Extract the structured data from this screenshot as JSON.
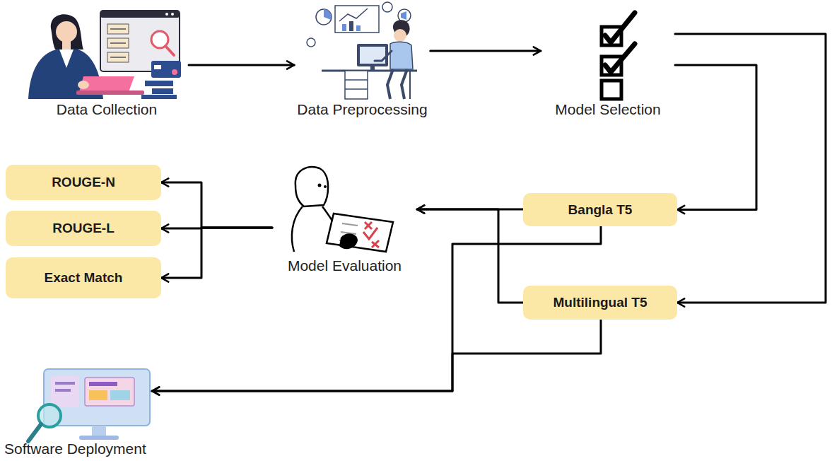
{
  "diagram": {
    "nodes": [
      {
        "text": [
          "Data Collection"
        ]
      },
      {
        "text": [
          "Data Preprocessing"
        ]
      },
      {
        "text": [
          "Model Selection"
        ]
      },
      {
        "text": [
          "Bangla T5"
        ]
      },
      {
        "text": [
          "Multilingual T5"
        ]
      },
      {
        "text": [
          "Model Evaluation"
        ]
      },
      {
        "text": [
          "ROUGE-N"
        ]
      },
      {
        "text": [
          "ROUGE-L"
        ]
      },
      {
        "text": [
          "Exact Match"
        ]
      },
      {
        "text": [
          "Software Deployment"
        ]
      }
    ],
    "edges": [
      {
        "from": 0,
        "to": 1,
        "arrow": "to"
      },
      {
        "from": 1,
        "to": 2,
        "arrow": "to"
      },
      {
        "from": 2,
        "to": 3,
        "arrow": "to"
      },
      {
        "from": 2,
        "to": 4,
        "arrow": "to"
      },
      {
        "from": 3,
        "to": 5,
        "arrow": "to"
      },
      {
        "from": 4,
        "to": 5,
        "arrow": "to"
      },
      {
        "from": 5,
        "to": 6,
        "arrow": "to"
      },
      {
        "from": 5,
        "to": 7,
        "arrow": "to"
      },
      {
        "from": 5,
        "to": 8,
        "arrow": "to"
      },
      {
        "from": 3,
        "to": 9,
        "arrow": "to"
      },
      {
        "from": 4,
        "to": 9,
        "arrow": "to"
      }
    ]
  }
}
